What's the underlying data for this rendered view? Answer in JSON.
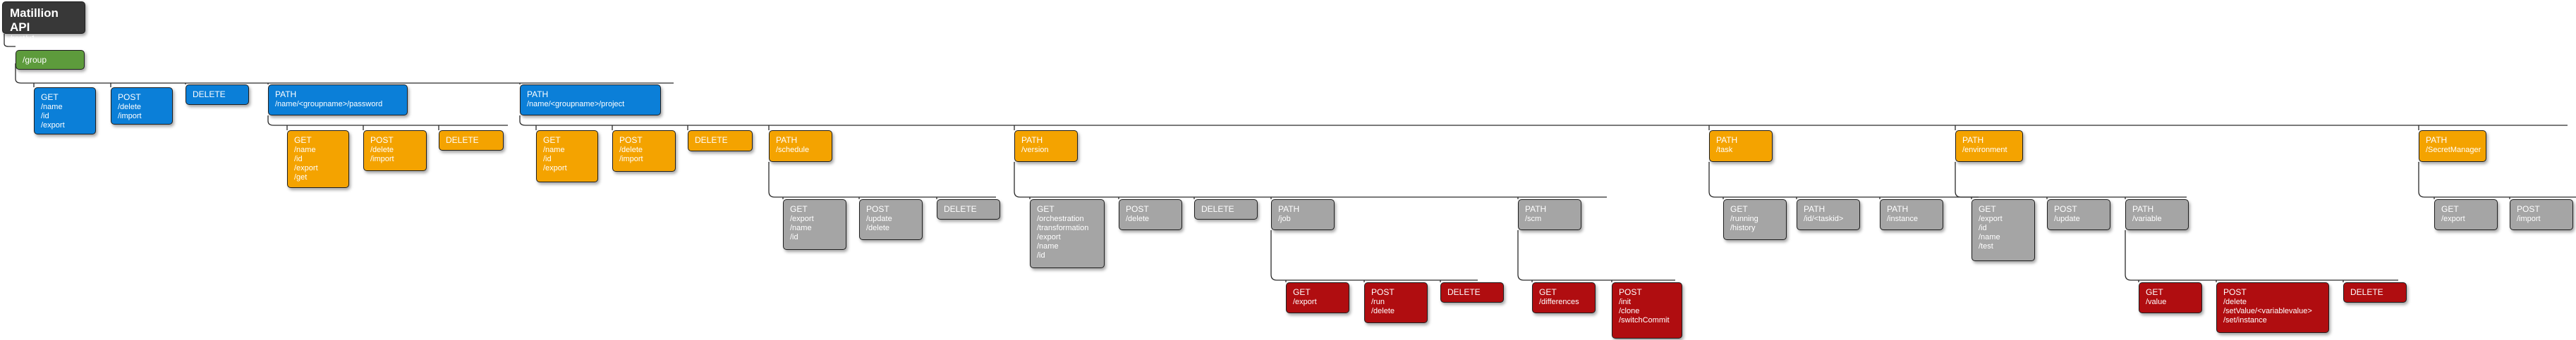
{
  "diagram": {
    "root": {
      "title": "Matillion API",
      "subtitle": "/rest/v1"
    },
    "group": {
      "label": "/group"
    },
    "group_get": {
      "title": "GET",
      "lines": [
        "/name",
        "/id",
        "/export"
      ]
    },
    "group_post": {
      "title": "POST",
      "lines": [
        "/delete",
        "/import"
      ]
    },
    "group_delete": {
      "title": "DELETE"
    },
    "path_password": {
      "title": "PATH",
      "lines": [
        "/name/<groupname>/password"
      ]
    },
    "path_project": {
      "title": "PATH",
      "lines": [
        "/name/<groupname>/project"
      ]
    },
    "pw_get": {
      "title": "GET",
      "lines": [
        "/name",
        "/id",
        "/export",
        "/get"
      ]
    },
    "pw_post": {
      "title": "POST",
      "lines": [
        "/delete",
        "/import"
      ]
    },
    "pw_delete": {
      "title": "DELETE"
    },
    "proj_get": {
      "title": "GET",
      "lines": [
        "/name",
        "/id",
        "/export"
      ]
    },
    "proj_post": {
      "title": "POST",
      "lines": [
        "/delete",
        "/import"
      ]
    },
    "proj_delete": {
      "title": "DELETE"
    },
    "path_schedule": {
      "title": "PATH",
      "lines": [
        "/schedule"
      ]
    },
    "path_version": {
      "title": "PATH",
      "lines": [
        "/version"
      ]
    },
    "path_task": {
      "title": "PATH",
      "lines": [
        "/task"
      ]
    },
    "path_environment": {
      "title": "PATH",
      "lines": [
        "/environment"
      ]
    },
    "path_secret": {
      "title": "PATH",
      "lines": [
        "/SecretManager"
      ]
    },
    "sch_get": {
      "title": "GET",
      "lines": [
        "/export",
        "/name",
        "/id"
      ]
    },
    "sch_post": {
      "title": "POST",
      "lines": [
        "/update",
        "/delete"
      ]
    },
    "sch_delete": {
      "title": "DELETE"
    },
    "ver_get": {
      "title": "GET",
      "lines": [
        "/orchestration",
        "/transformation",
        "/export",
        "/name",
        "/id"
      ]
    },
    "ver_post": {
      "title": "POST",
      "lines": [
        "/delete"
      ]
    },
    "ver_delete": {
      "title": "DELETE"
    },
    "path_job": {
      "title": "PATH",
      "lines": [
        "/job"
      ]
    },
    "path_scm": {
      "title": "PATH",
      "lines": [
        "/scm"
      ]
    },
    "job_get": {
      "title": "GET",
      "lines": [
        "/export"
      ]
    },
    "job_post": {
      "title": "POST",
      "lines": [
        "/run",
        "/delete"
      ]
    },
    "job_delete": {
      "title": "DELETE"
    },
    "scm_get": {
      "title": "GET",
      "lines": [
        "/differences"
      ]
    },
    "scm_post": {
      "title": "POST",
      "lines": [
        "/init",
        "/clone",
        "/switchCommit"
      ]
    },
    "task_get": {
      "title": "GET",
      "lines": [
        "/running",
        "/history"
      ]
    },
    "path_taskid": {
      "title": "PATH",
      "lines": [
        "/id/<taskid>"
      ]
    },
    "path_instance": {
      "title": "PATH",
      "lines": [
        "/instance"
      ]
    },
    "env_get": {
      "title": "GET",
      "lines": [
        "/export",
        "/id",
        "/name",
        "/test"
      ]
    },
    "env_post": {
      "title": "POST",
      "lines": [
        "/update"
      ]
    },
    "path_variable": {
      "title": "PATH",
      "lines": [
        "/variable"
      ]
    },
    "var_get": {
      "title": "GET",
      "lines": [
        "/value"
      ]
    },
    "var_post": {
      "title": "POST",
      "lines": [
        "/delete",
        "/setValue/<variablevalue>",
        "/set/instance"
      ]
    },
    "var_delete": {
      "title": "DELETE"
    },
    "sec_get": {
      "title": "GET",
      "lines": [
        "/export"
      ]
    },
    "sec_post": {
      "title": "POST",
      "lines": [
        "/import"
      ]
    }
  },
  "colors": {
    "root": "#383838",
    "group": "#5d9b3c",
    "level1": "#0b7fd8",
    "level2": "#f4a300",
    "level3": "#a5a5a5",
    "level4": "#b00d10",
    "connector": "#2a2a2a"
  }
}
